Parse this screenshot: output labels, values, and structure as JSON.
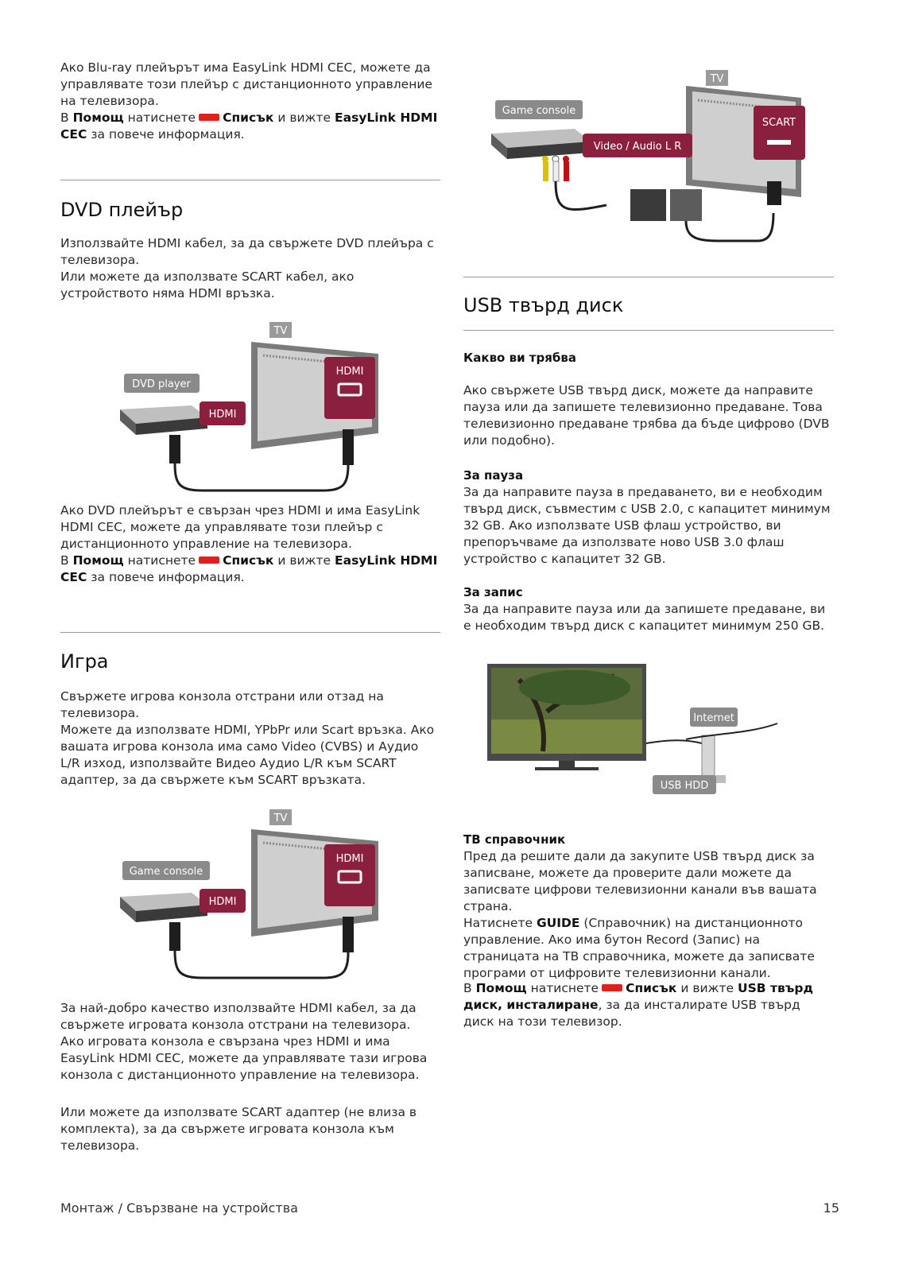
{
  "left": {
    "intro": {
      "line1": "Ако Blu-ray плейърът има EasyLink HDMI CEC, можете да управлявате този плейър с дистанционното управление на телевизора.",
      "p2_pre": "В",
      "help": "Помощ",
      "press": "натиснете",
      "list": "Списък",
      "and_see": "и вижте",
      "link": "EasyLink HDMI CEC",
      "tail": "за повече информация."
    },
    "dvd": {
      "title": "DVD плейър",
      "body1": "Използвайте HDMI кабел, за да свържете DVD плейъра с телевизора.",
      "body2": "Или можете да използвате SCART кабел, ако устройството няма HDMI връзка.",
      "diagram": {
        "tv": "TV",
        "device": "DVD player",
        "port_tv": "HDMI",
        "port_dev": "HDMI"
      },
      "after1": "Ако DVD плейърът е свързан чрез HDMI и има EasyLink HDMI CEC, можете да управлявате този плейър с дистанционното управление на телевизора.",
      "p2_pre": "В",
      "help": "Помощ",
      "press": "натиснете",
      "list": "Списък",
      "and_see": "и вижте",
      "link": "EasyLink HDMI CEC",
      "tail": "за повече информация."
    },
    "game": {
      "title": "Игра",
      "body": "Свържете игрова конзола отстрани или отзад на телевизора.",
      "body2": "Можете да използвате HDMI, YPbPr или Scart връзка. Ако вашата игрова конзола има само Video (CVBS) и Аудио L/R изход, използвайте Видео Аудио L/R към SCART адаптер, за да свържете към SCART връзката.",
      "diagram": {
        "tv": "TV",
        "device": "Game console",
        "port_tv": "HDMI",
        "port_dev": "HDMI"
      },
      "after1": "За най-добро качество използвайте HDMI кабел, за да свържете игровата конзола отстрани на телевизора.",
      "after2": "Ако игровата конзола е свързана чрез HDMI и има EasyLink HDMI CEC, можете да управлявате тази игрова конзола с дистанционното управление на телевизора.",
      "after3": "Или можете да използвате SCART адаптер (не влиза в комплекта), за да свържете игровата конзола към телевизора."
    }
  },
  "right": {
    "scart_diagram": {
      "tv": "TV",
      "device": "Game console",
      "port_tv": "SCART",
      "port_dev": "Video / Audio L R"
    },
    "usb": {
      "title": "USB твърд диск",
      "need_title": "Какво ви трябва",
      "need_body": "Ако свържете USB твърд диск, можете да направите пауза или да запишете телевизионно предаване. Това телевизионно предаване трябва да бъде цифрово (DVB или подобно).",
      "pause_title": "За пауза",
      "pause_body": "За да направите пауза в предаването, ви е необходим твърд диск, съвместим с USB 2.0, с капацитет минимум 32 GB. Ако използвате USB флаш устройство, ви препоръчваме да използвате ново USB 3.0 флаш устройство с капацитет 32 GB.",
      "rec_title": "За запис",
      "rec_body": "За да направите пауза или да запишете предаване, ви е необходим твърд диск с капацитет минимум 250 GB.",
      "diagram": {
        "internet": "Internet",
        "hdd": "USB HDD"
      },
      "guide_title": "ТВ справочник",
      "guide_body1": "Пред да решите дали да закупите USB твърд диск за записване, можете да проверите дали можете да записвате цифрови телевизионни канали във вашата страна.",
      "guide_pre": "Натиснете",
      "guide_key": "GUIDE",
      "guide_body2": "(Справочник) на дистанционното управление. Ако има бутон Record (Запис) на страницата на ТВ справочника, можете да записвате програми от цифровите телевизионни канали.",
      "p_pre": "В",
      "help": "Помощ",
      "press": "натиснете",
      "list": "Списък",
      "and_see": "и вижте",
      "link": "USB твърд диск, инсталиране",
      "tail": ", за да инсталирате USB твърд диск на този телевизор."
    }
  },
  "footer": {
    "breadcrumb": "Монтаж / Свързване на устройства",
    "page": "15"
  },
  "colors": {
    "accent_label": "#8b1f3e",
    "red_key": "#e0201c",
    "grey_label": "#8a8a8a"
  }
}
